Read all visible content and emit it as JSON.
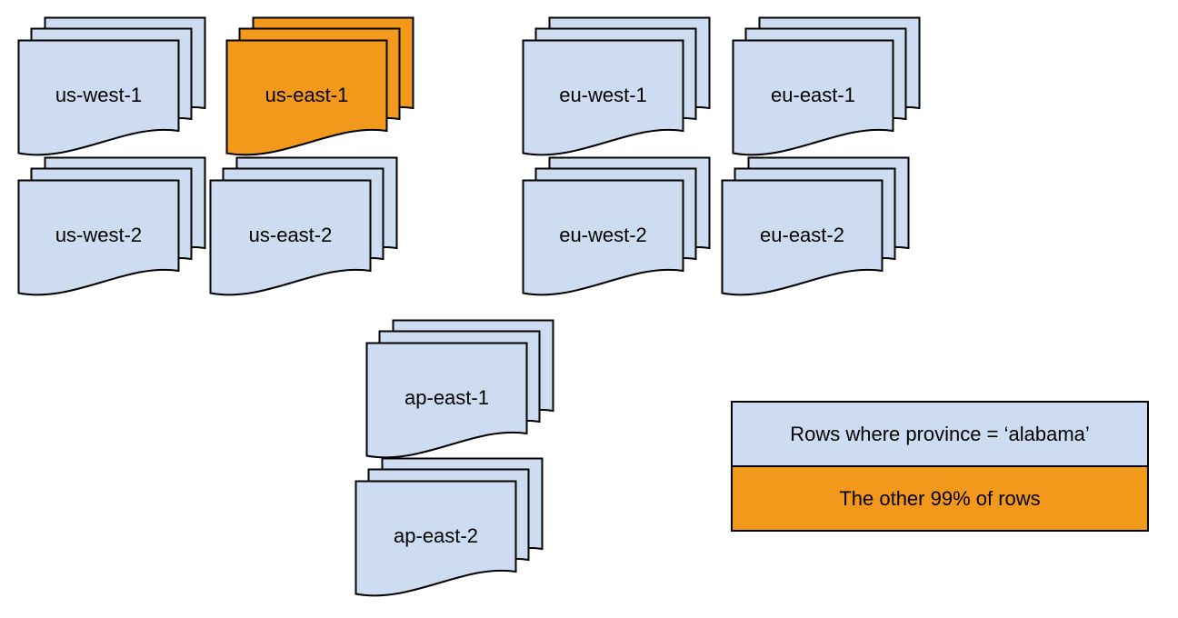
{
  "colors": {
    "doc_blue": "#cddcf0",
    "doc_orange": "#f2981b",
    "stroke": "#000000"
  },
  "stacks": [
    {
      "label": "us-west-1",
      "variant": "blue"
    },
    {
      "label": "us-east-1",
      "variant": "orange"
    },
    {
      "label": "eu-west-1",
      "variant": "blue"
    },
    {
      "label": "eu-east-1",
      "variant": "blue"
    },
    {
      "label": "us-west-2",
      "variant": "blue"
    },
    {
      "label": "us-east-2",
      "variant": "blue"
    },
    {
      "label": "eu-west-2",
      "variant": "blue"
    },
    {
      "label": "eu-east-2",
      "variant": "blue"
    },
    {
      "label": "ap-east-1",
      "variant": "blue"
    },
    {
      "label": "ap-east-2",
      "variant": "blue"
    }
  ],
  "legend": {
    "items": [
      {
        "label": "Rows where province = ‘alabama’",
        "color": "#cddcf0"
      },
      {
        "label": "The other 99% of rows",
        "color": "#f2981b"
      }
    ]
  }
}
